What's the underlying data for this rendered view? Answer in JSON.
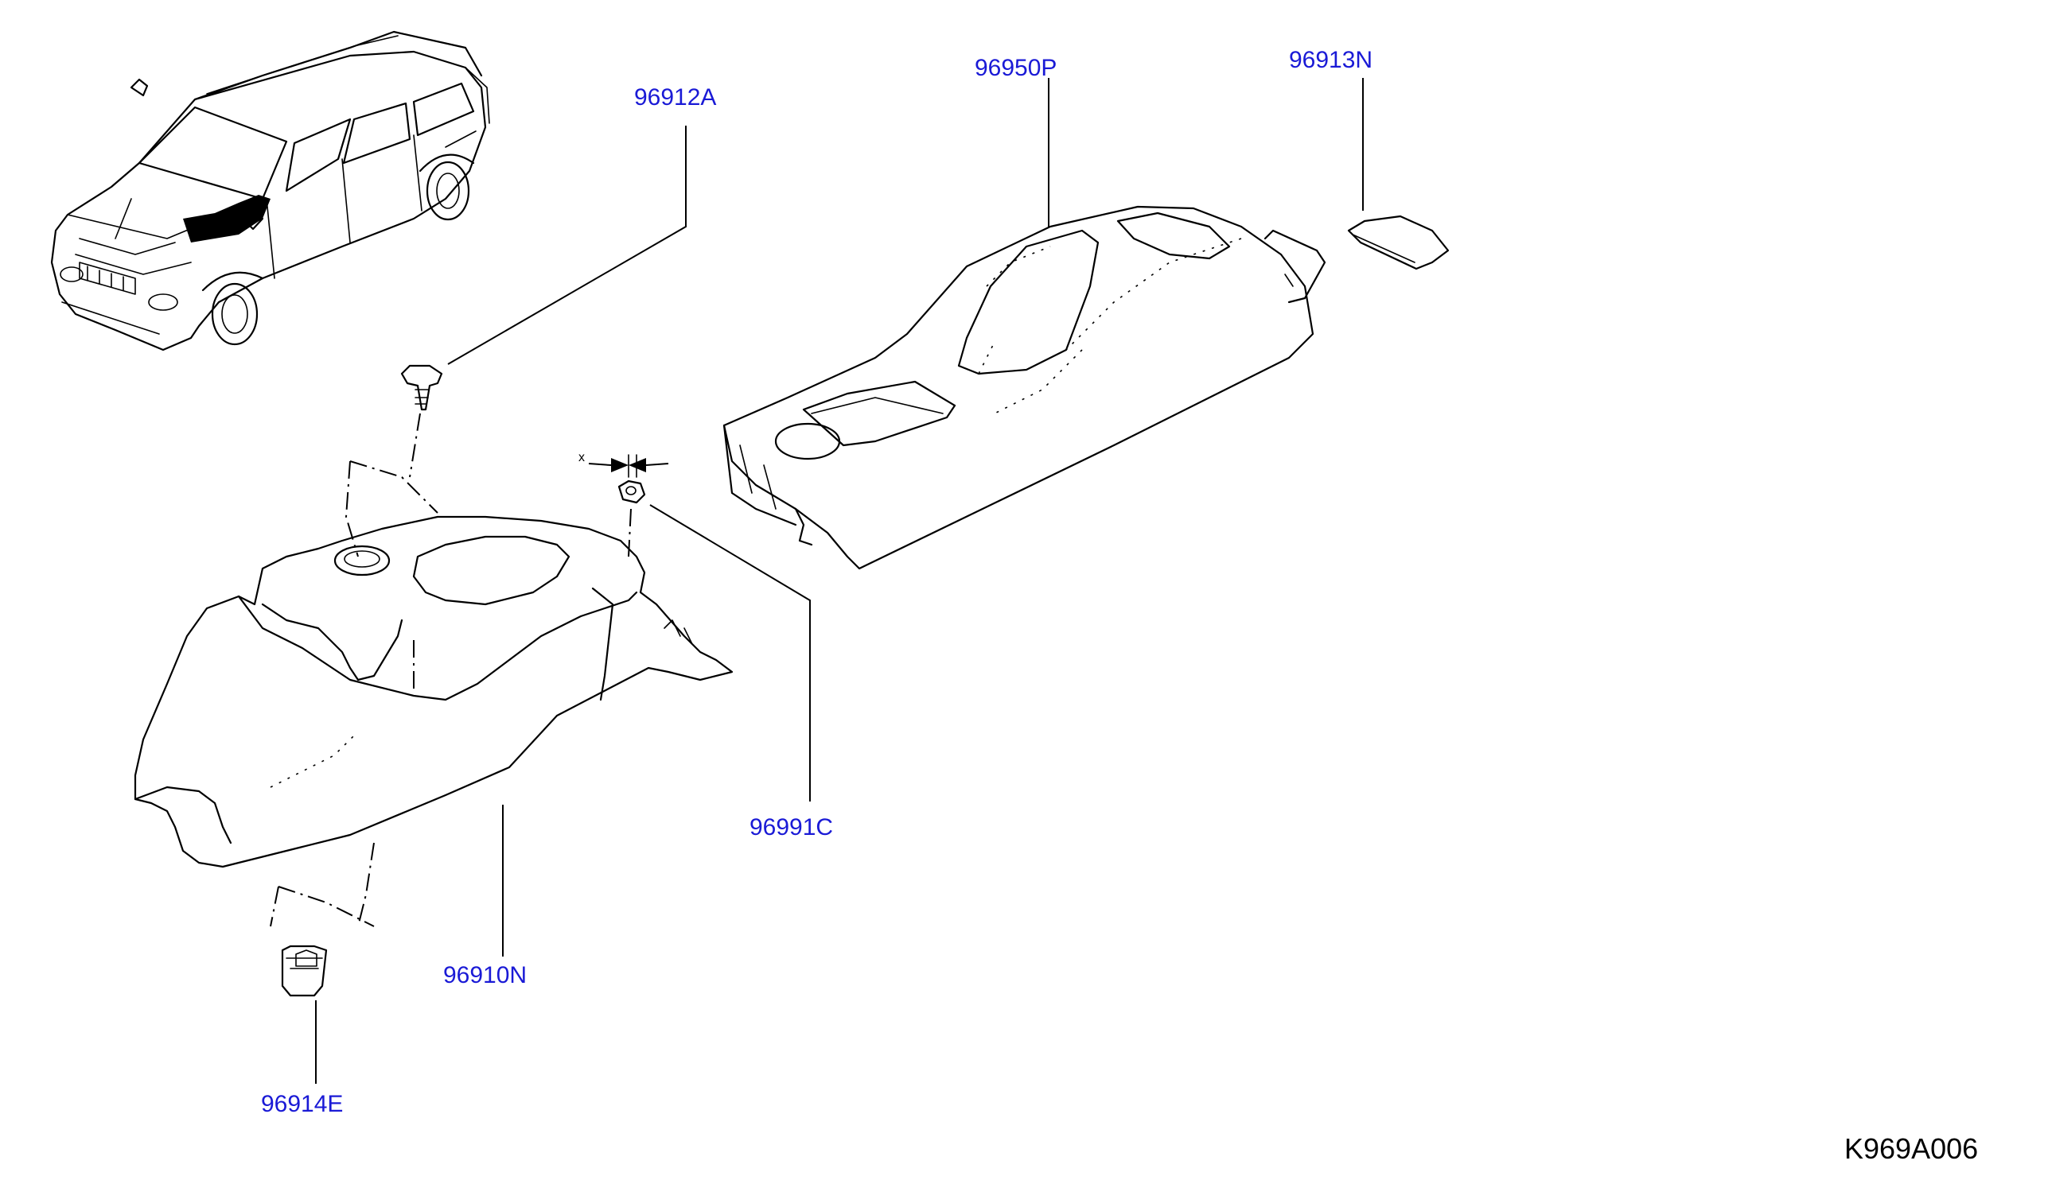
{
  "diagram": {
    "code": "K969A006",
    "parts": [
      {
        "id": "p1",
        "label": "96912A"
      },
      {
        "id": "p2",
        "label": "96950P"
      },
      {
        "id": "p3",
        "label": "96913N"
      },
      {
        "id": "p4",
        "label": "96991C"
      },
      {
        "id": "p5",
        "label": "96910N"
      },
      {
        "id": "p6",
        "label": "96914E"
      }
    ],
    "dimension_mark": "x"
  }
}
